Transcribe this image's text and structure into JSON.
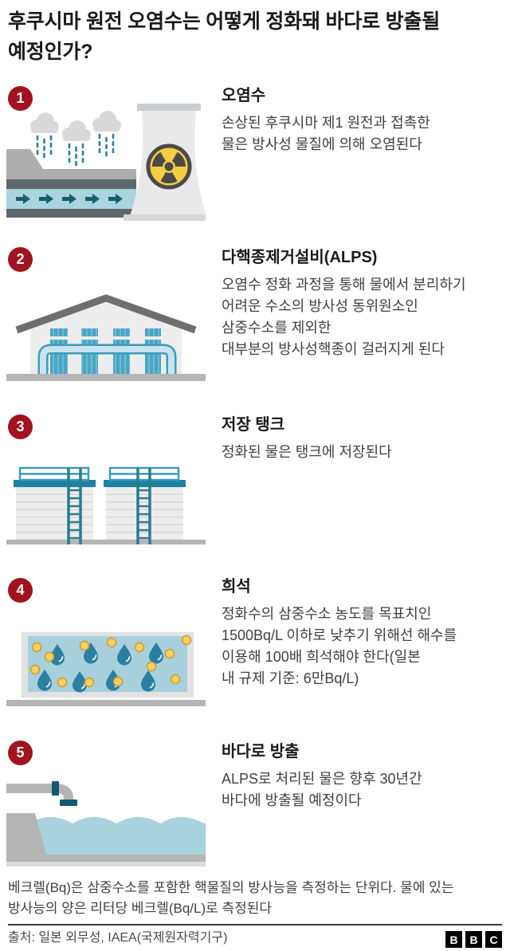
{
  "title": "후쿠시마 원전 오염수는 어떻게 정화돼 바다로 방출될\n예정인가?",
  "steps": [
    {
      "number": "1",
      "heading": "오염수",
      "body": "손상된 후쿠시마 제1 원전과 접촉한\n물은 방사성 물질에 의해 오염된다",
      "icon": "nuclear-plant-rain-icon"
    },
    {
      "number": "2",
      "heading": "다핵종제거설비(ALPS)",
      "body": "오염수 정화 과정을 통해 물에서 분리하기\n어려운 수소의 방사성 동위원소인\n삼중수소를 제외한\n대부분의 방사성핵종이 걸러지게 된다",
      "icon": "alps-facility-icon"
    },
    {
      "number": "3",
      "heading": "저장 탱크",
      "body": "정화된 물은 탱크에 저장된다",
      "icon": "storage-tanks-icon"
    },
    {
      "number": "4",
      "heading": "희석",
      "body": "정화수의 삼중수소 농도를 목표치인\n1500Bq/L 이하로 낮추기 위해선 해수를\n이용해 100배 희석해야 한다(일본\n내 규제 기준: 6만Bq/L)",
      "icon": "dilution-basin-icon"
    },
    {
      "number": "5",
      "heading": "바다로 방출",
      "body": "ALPS로 처리된 물은 향후 30년간\n바다에 방출될 예정이다",
      "icon": "sea-discharge-icon"
    }
  ],
  "footnote": "베크렐(Bq)은 삼중수소를 포함한 핵물질의 방사능을 측정하는 단위다. 물에 있는\n방사능의 양은 리터당 베크렐(Bq/L)로 측정된다",
  "source": "출처: 일본 외무성, IAEA(국제원자력기구)",
  "logo": {
    "letters": [
      "B",
      "B",
      "C"
    ]
  },
  "colors": {
    "badge_red": "#a0131f",
    "teal_dark": "#15606f",
    "teal": "#3d9cba",
    "tank_cap_teal": "#1d81a2",
    "column_teal": "#4aa6c3",
    "water_blue": "#a7d0dc",
    "radiation_yellow": "#f4cf40",
    "particle_yellow": "#f6d05e",
    "structure_gray": "#b5b5b5",
    "dark_slate": "#5d686c",
    "body_text": "#404040",
    "heading_text": "#1a1a1a"
  }
}
